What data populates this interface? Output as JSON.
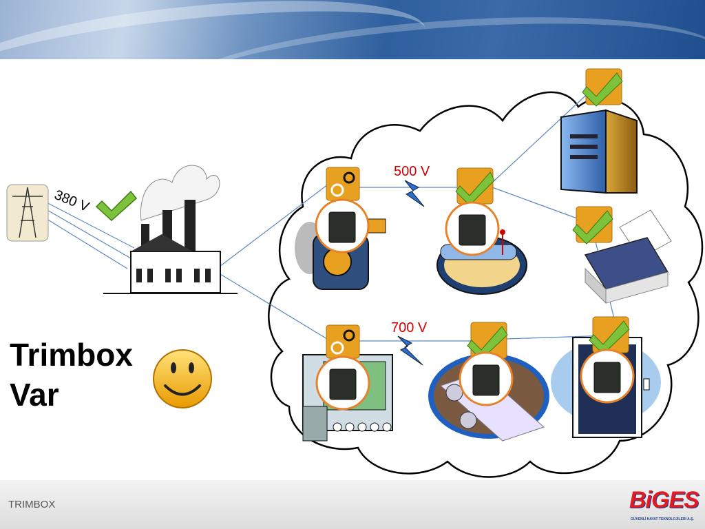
{
  "slide": {
    "footer_label": "TRIMBOX",
    "headline_line1": "Trimbox",
    "headline_line2": "Var"
  },
  "diagram": {
    "voltage_input": "380 V",
    "voltage_top": "500 V",
    "voltage_bottom": "700 V"
  },
  "logo": {
    "brand": "BiGES",
    "tagline": "GÜVENLİ HAYAT TEKNOLOJİLERİ A.Ş."
  },
  "colors": {
    "accent_orange": "#e8a020",
    "check_green": "#7cc23a",
    "voltage_red": "#d40000",
    "link_blue": "#5b86c4"
  }
}
